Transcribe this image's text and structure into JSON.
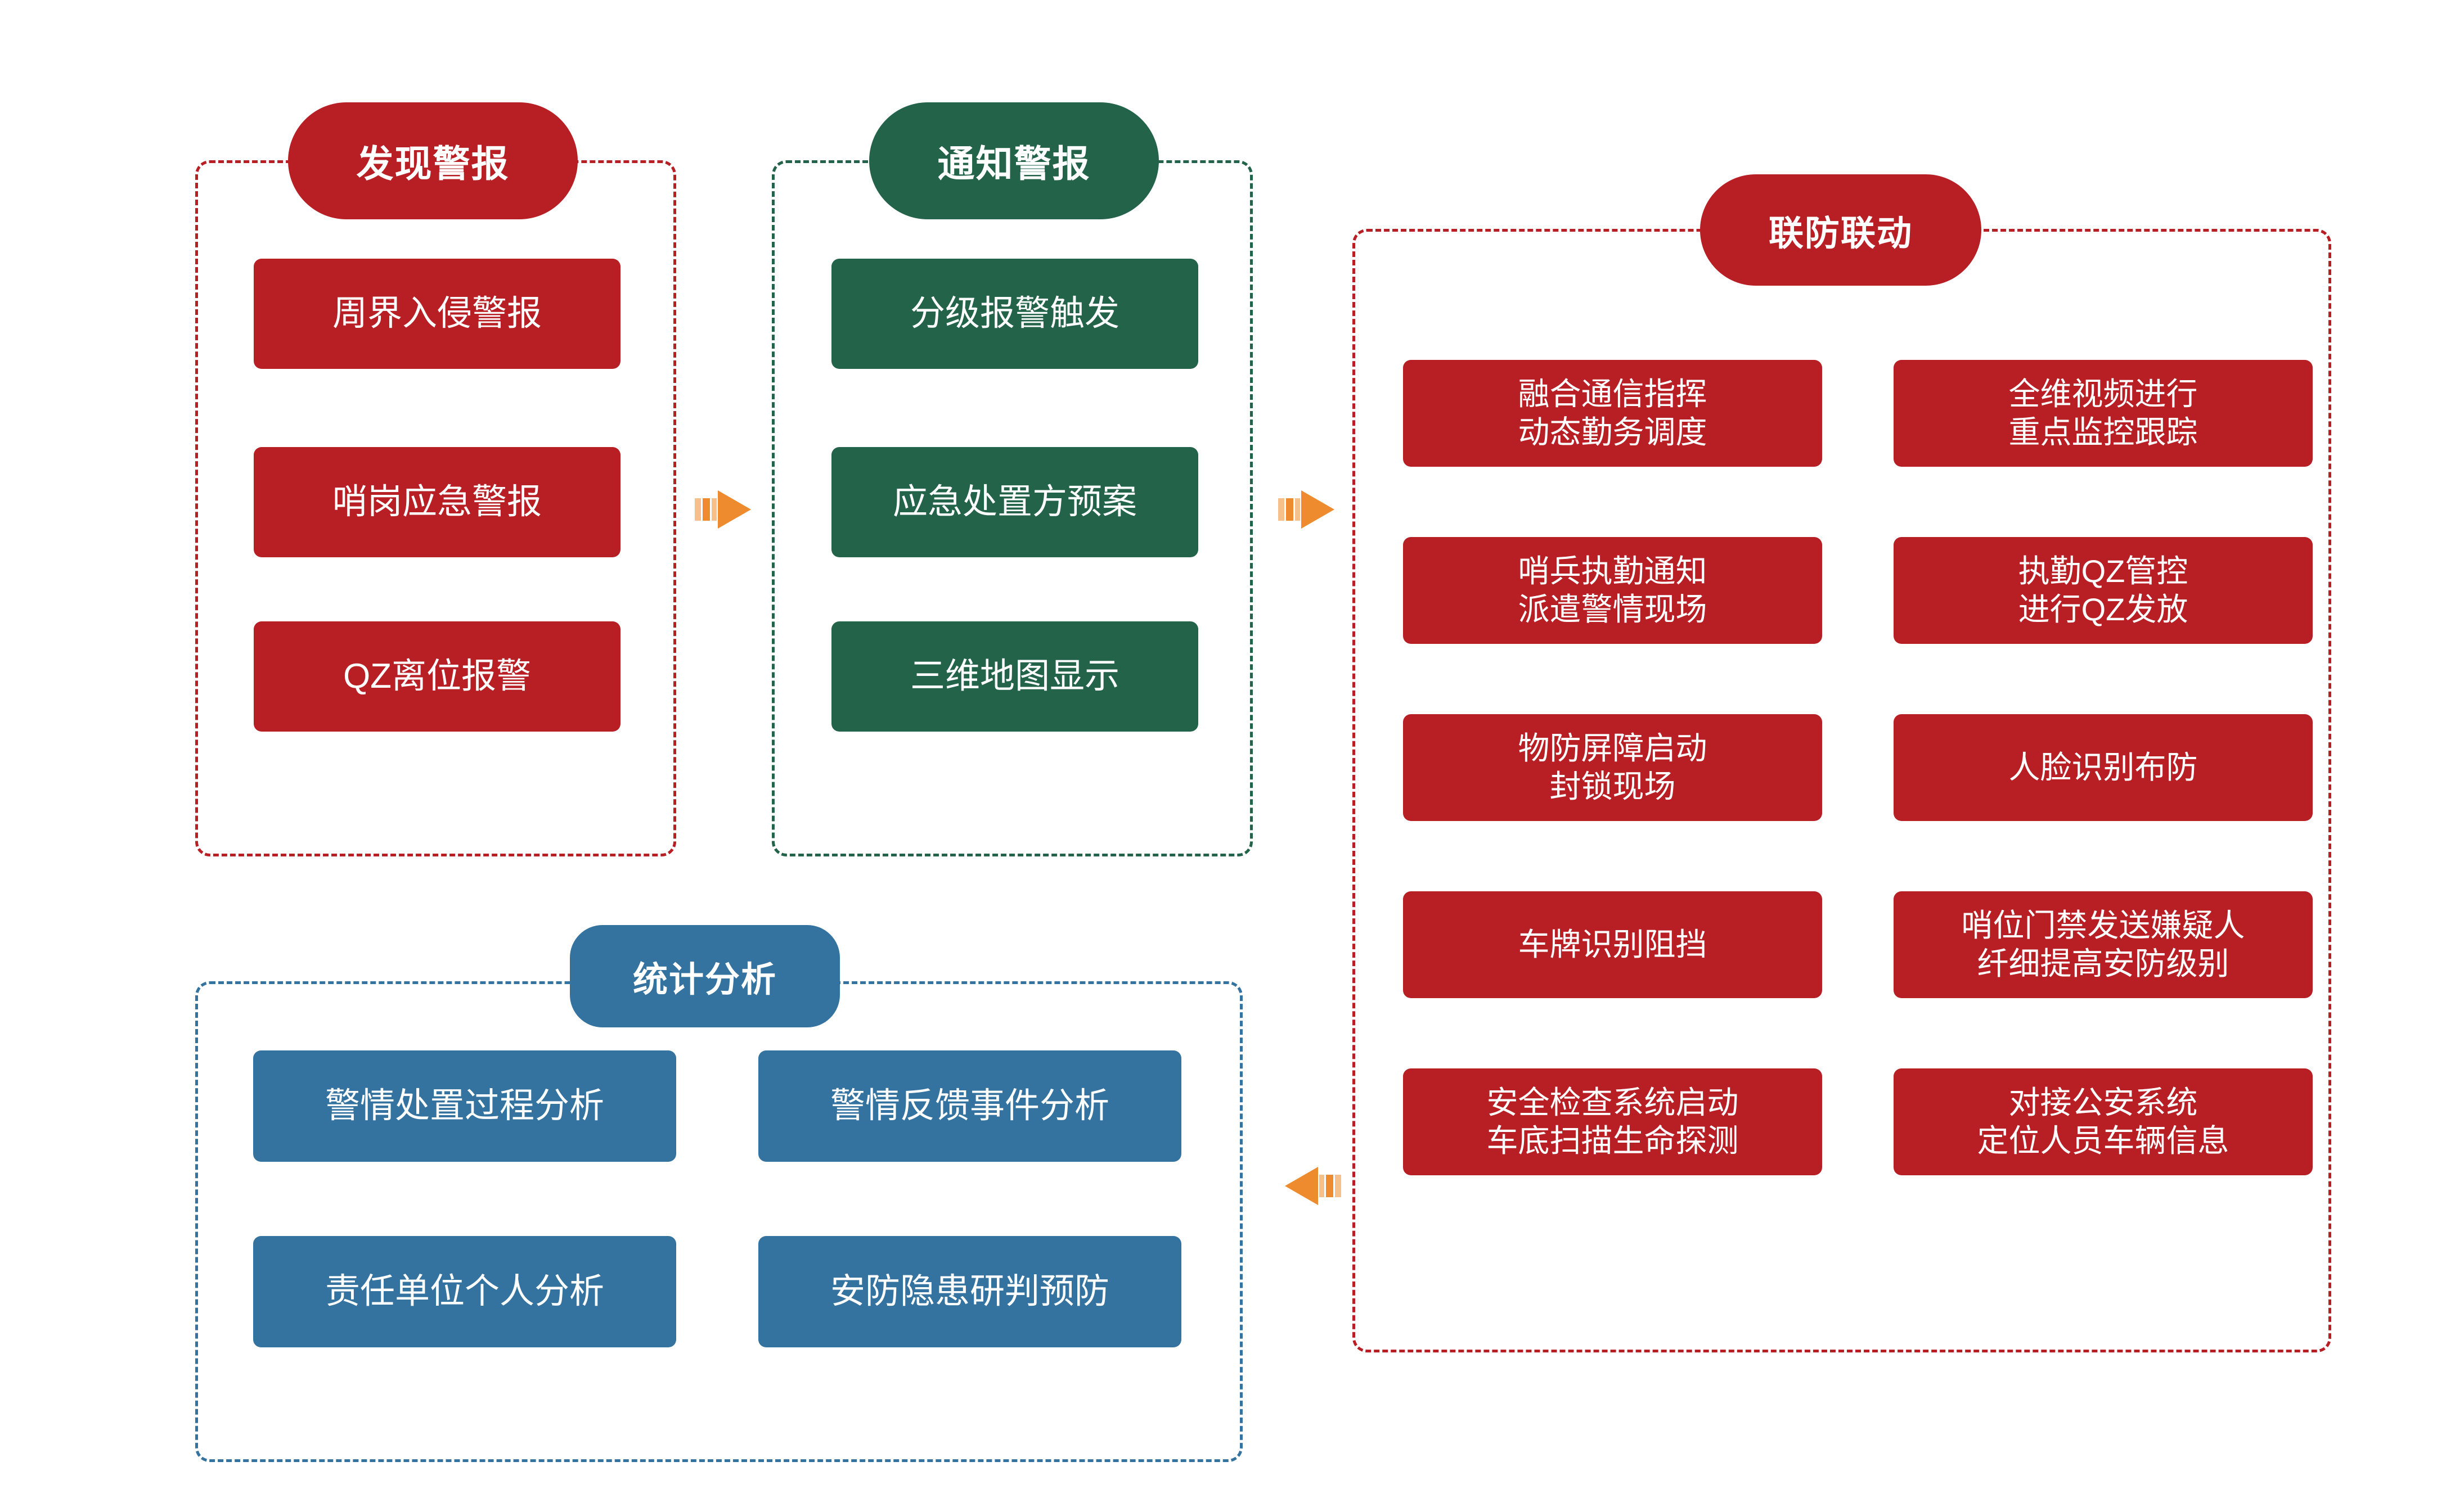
{
  "diagram": {
    "title_visible": false,
    "colors": {
      "red": "#B81F25",
      "green": "#22634A",
      "blue": "#34739F",
      "arrow_orange": "#ED8B2E",
      "arrow_orange_light": "#F6C08A",
      "background": "#FFFFFF",
      "text_on_box": "#FFFFFF"
    },
    "panels": [
      {
        "id": "discover-alarm",
        "title": "发现警报",
        "theme": "red",
        "items": [
          {
            "label": "周界入侵警报"
          },
          {
            "label": "哨岗应急警报"
          },
          {
            "label": "QZ离位报警"
          }
        ]
      },
      {
        "id": "notify-alarm",
        "title": "通知警报",
        "theme": "green",
        "items": [
          {
            "label": "分级报警触发"
          },
          {
            "label": "应急处置方预案"
          },
          {
            "label": "三维地图显示"
          }
        ]
      },
      {
        "id": "joint-defense",
        "title": "联防联动",
        "theme": "red",
        "items_left": [
          {
            "label": "融合通信指挥\n动态勤务调度"
          },
          {
            "label": "哨兵执勤通知\n派遣警情现场"
          },
          {
            "label": "物防屏障启动\n封锁现场"
          },
          {
            "label": "车牌识别阻挡"
          },
          {
            "label": "安全检查系统启动\n车底扫描生命探测"
          }
        ],
        "items_right": [
          {
            "label": "全维视频进行\n重点监控跟踪"
          },
          {
            "label": "执勤QZ管控\n进行QZ发放"
          },
          {
            "label": "人脸识别布防"
          },
          {
            "label": "哨位门禁发送嫌疑人\n纤细提高安防级别"
          },
          {
            "label": "对接公安系统\n定位人员车辆信息"
          }
        ]
      },
      {
        "id": "statistics-analysis",
        "title": "统计分析",
        "theme": "blue",
        "items": [
          {
            "label": "警情处置过程分析"
          },
          {
            "label": "警情反馈事件分析"
          },
          {
            "label": "责任单位个人分析"
          },
          {
            "label": "安防隐患研判预防"
          }
        ]
      }
    ],
    "arrows": [
      {
        "id": "arrow-discover-to-notify",
        "direction": "right"
      },
      {
        "id": "arrow-notify-to-joint",
        "direction": "right"
      },
      {
        "id": "arrow-joint-to-statistics",
        "direction": "left"
      }
    ]
  }
}
